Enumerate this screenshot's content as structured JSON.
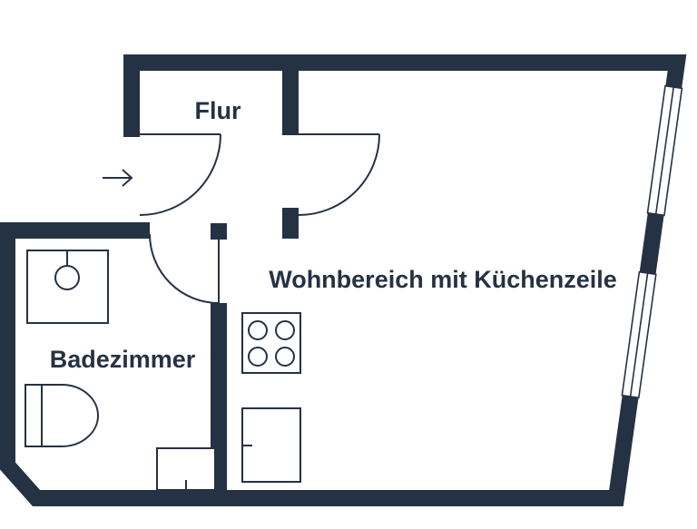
{
  "floorplan": {
    "rooms": [
      {
        "id": "flur",
        "label": "Flur"
      },
      {
        "id": "wohnbereich",
        "label": "Wohnbereich mit Küchenzeile"
      },
      {
        "id": "badezimmer",
        "label": "Badezimmer"
      }
    ],
    "colors": {
      "wall": "#253243",
      "background": "#ffffff"
    },
    "fixtures": [
      "washbasin",
      "bathtub",
      "washing-machine",
      "stove",
      "kitchen-unit"
    ],
    "windows": 2,
    "doors": 3,
    "entrance_arrow": "→"
  }
}
